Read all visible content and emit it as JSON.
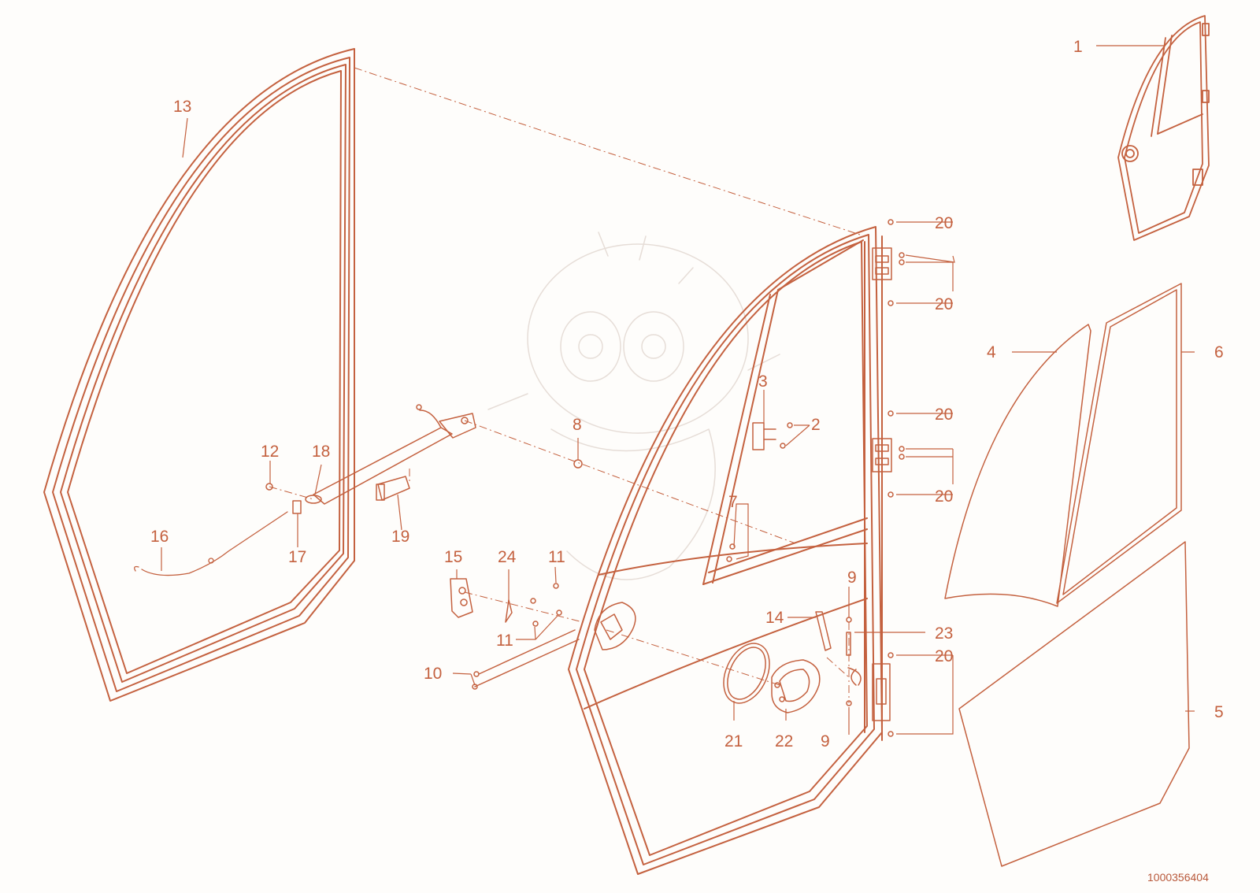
{
  "colors": {
    "line": "#c4613f",
    "leader": "#c4613f",
    "ref": "#b8583a",
    "background": "#fefdfb"
  },
  "callouts": [
    {
      "id": "label-1",
      "text": "1"
    },
    {
      "id": "label-2",
      "text": "2"
    },
    {
      "id": "label-3",
      "text": "3"
    },
    {
      "id": "label-4",
      "text": "4"
    },
    {
      "id": "label-5",
      "text": "5"
    },
    {
      "id": "label-6",
      "text": "6"
    },
    {
      "id": "label-7",
      "text": "7"
    },
    {
      "id": "label-8",
      "text": "8"
    },
    {
      "id": "label-9-top",
      "text": "9"
    },
    {
      "id": "label-9-bottom",
      "text": "9"
    },
    {
      "id": "label-10",
      "text": "10"
    },
    {
      "id": "label-11-top",
      "text": "11"
    },
    {
      "id": "label-11-bottom",
      "text": "11"
    },
    {
      "id": "label-12",
      "text": "12"
    },
    {
      "id": "label-13",
      "text": "13"
    },
    {
      "id": "label-14",
      "text": "14"
    },
    {
      "id": "label-15",
      "text": "15"
    },
    {
      "id": "label-16",
      "text": "16"
    },
    {
      "id": "label-17",
      "text": "17"
    },
    {
      "id": "label-18",
      "text": "18"
    },
    {
      "id": "label-19",
      "text": "19"
    },
    {
      "id": "label-20-a",
      "text": "20"
    },
    {
      "id": "label-20-b",
      "text": "20"
    },
    {
      "id": "label-20-c",
      "text": "20"
    },
    {
      "id": "label-20-d",
      "text": "20"
    },
    {
      "id": "label-20-e",
      "text": "20"
    },
    {
      "id": "label-21",
      "text": "21"
    },
    {
      "id": "label-22",
      "text": "22"
    },
    {
      "id": "label-23",
      "text": "23"
    },
    {
      "id": "label-24",
      "text": "24"
    }
  ],
  "diagram_number": "1000356404"
}
